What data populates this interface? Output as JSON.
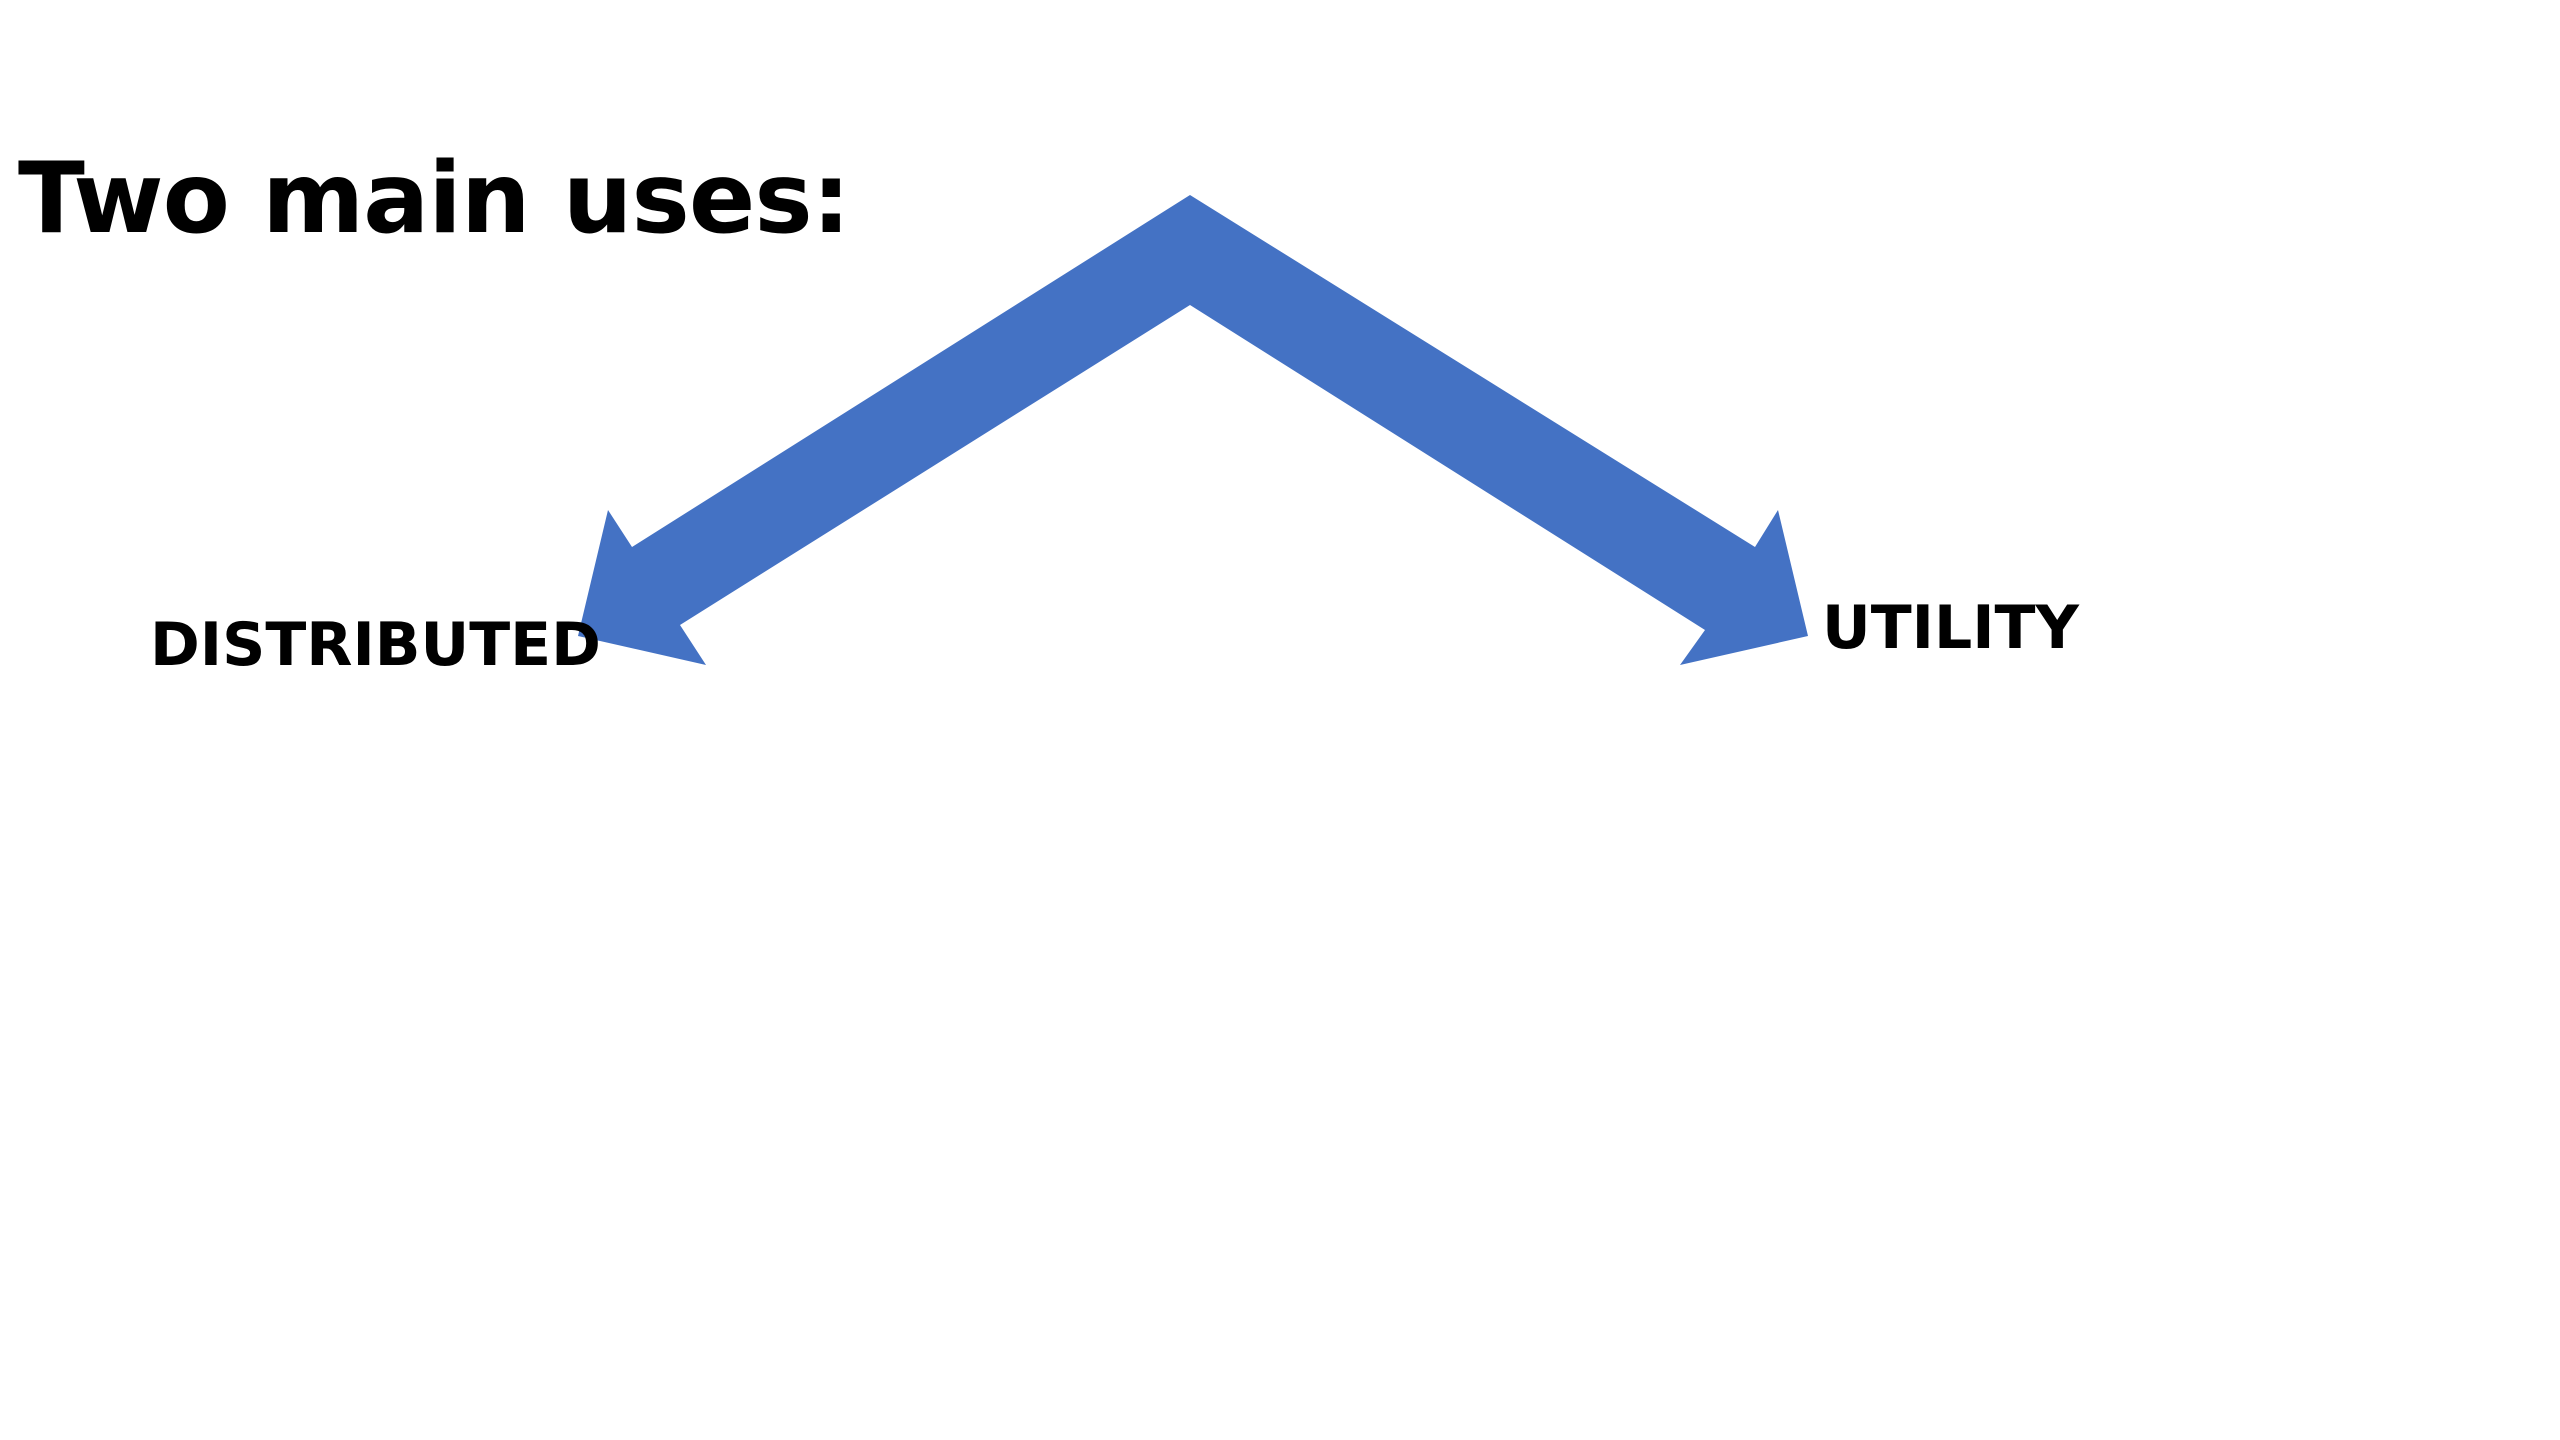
{
  "slide": {
    "title": "Two main uses:"
  },
  "diagram": {
    "arrow_color": "#4472C4",
    "branches": [
      {
        "label": "DISTRIBUTED"
      },
      {
        "label": "UTILITY"
      }
    ]
  }
}
